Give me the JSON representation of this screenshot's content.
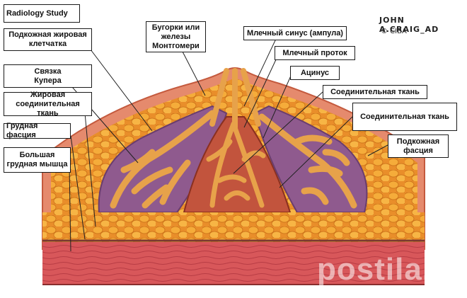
{
  "labels": {
    "title": "Radiology Study",
    "subcutaneous_fat": "Подкожная жировая\nклетчатка",
    "montgomery": "Бугорки или\nжелезы\nМонтгомери",
    "lactiferous_sinus": "Млечный синус (ампула)",
    "lactiferous_duct": "Млечный проток",
    "acinus": "Ацинус",
    "connective_tissue_1": "Соединительная ткань",
    "cooper_ligament": "Связка\nКупера",
    "fatty_connective": "Жировая\nсоединительная ткань",
    "connective_tissue_2": "Соединительная ткань",
    "pectoral_fascia": "Грудная фасция",
    "subcutaneous_fascia": "Подкожная\nфасция",
    "pectoralis_major": "Большая\nгрудная мышца"
  },
  "signature": "JOHN A.CRAIG_AD",
  "copyright": "© CIBA",
  "watermark": "postila.ru",
  "colors": {
    "fat": "#f2a331",
    "fat_dark": "#d9781c",
    "connective": "#e0826a",
    "lobe": "#8e5a8a",
    "gland": "#d99a4e",
    "muscle": "#d95a55",
    "muscle_dark": "#b83c3c"
  }
}
